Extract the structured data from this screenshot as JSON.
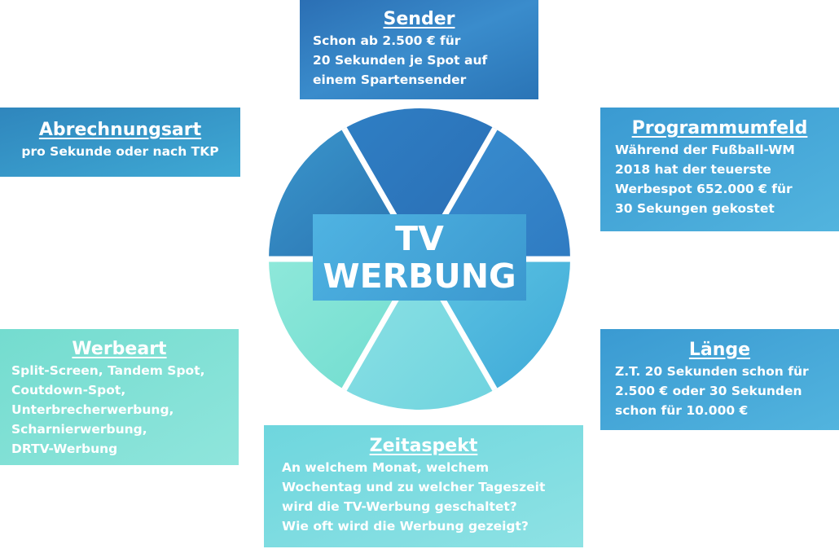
{
  "center": {
    "line1": "TV",
    "line2": "WERBUNG"
  },
  "boxes": {
    "sender": {
      "title": "Sender",
      "lines": [
        "Schon ab 2.500 € für",
        "20 Sekunden je Spot auf",
        "einem Spartensender"
      ]
    },
    "abrechnungsart": {
      "title": "Abrechnungsart",
      "lines": [
        "pro Sekunde oder nach TKP"
      ]
    },
    "programmumfeld": {
      "title": "Programmumfeld",
      "lines": [
        "Während der Fußball-WM",
        "2018 hat der teuerste",
        "Werbespot 652.000 € für",
        "30 Sekungen gekostet"
      ]
    },
    "laenge": {
      "title": "Länge",
      "lines": [
        "Z.T. 20 Sekunden schon für",
        "2.500 € oder 30 Sekunden",
        "schon für 10.000 €"
      ]
    },
    "werbeart": {
      "title": "Werbeart",
      "lines": [
        "Split-Screen, Tandem Spot,",
        "Coutdown-Spot,",
        "Unterbrecherwerbung,",
        "Scharnierwerbung,",
        "DRTV-Werbung"
      ]
    },
    "zeitaspekt": {
      "title": "Zeitaspekt",
      "lines": [
        "An welchem Monat, welchem",
        "Wochentag und zu welcher Tageszeit",
        "wird die TV-Werbung geschaltet?",
        "Wie oft wird die Werbung gezeigt?"
      ]
    }
  },
  "colors": {
    "dark_blue": "#2e74b5",
    "mid_blue": "#3a8dc9",
    "light_blue": "#56b6da",
    "cyan": "#7adbe0",
    "mint": "#7fe3d6"
  }
}
